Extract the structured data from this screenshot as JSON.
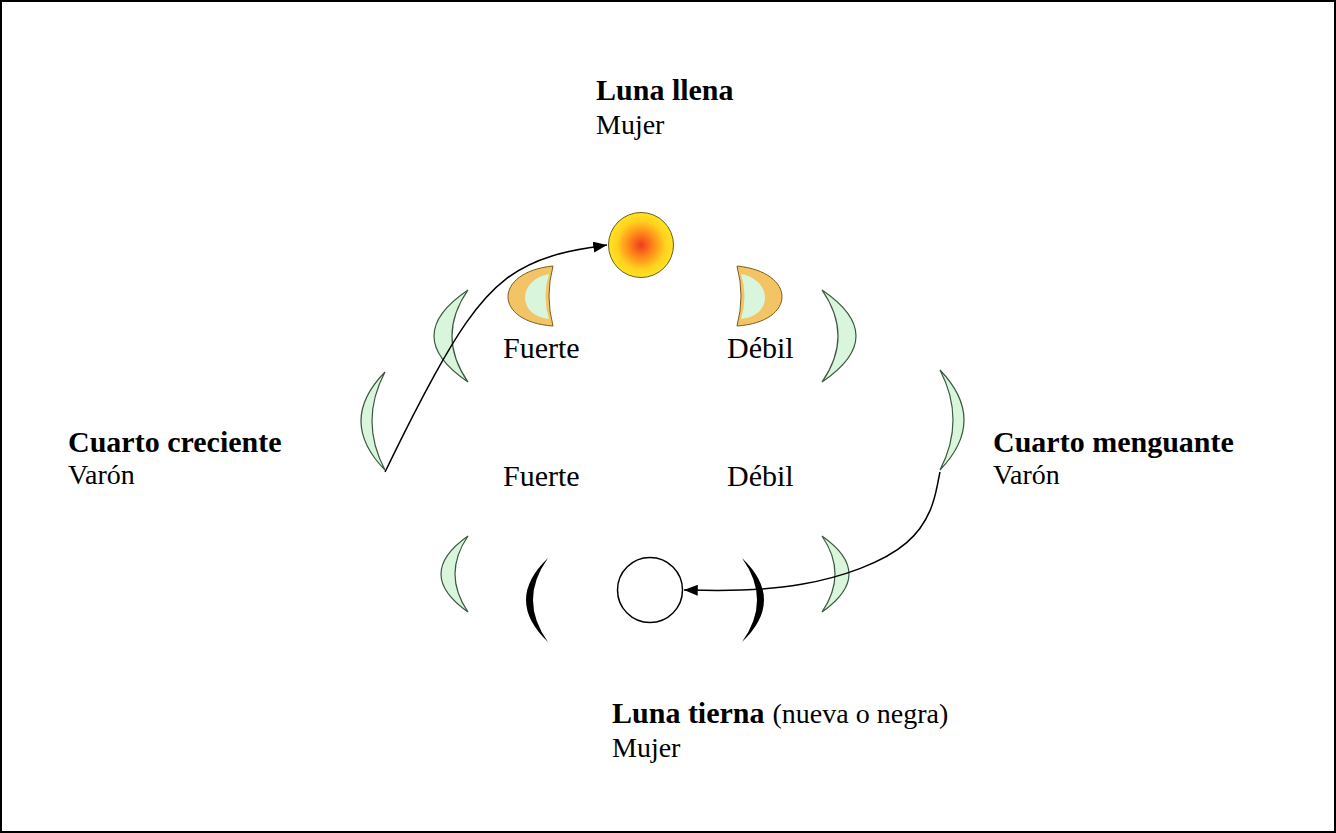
{
  "diagram": {
    "nodes": [
      {
        "text": [
          "Luna llena",
          "Mujer"
        ]
      },
      {
        "text": [
          "Cuarto creciente",
          "Varón"
        ]
      },
      {
        "text": [
          "Cuarto menguante",
          "Varón"
        ]
      },
      {
        "text": [
          "Luna tierna",
          "(nueva o negra)",
          "Mujer"
        ]
      }
    ],
    "edges": [
      {
        "from": 1,
        "to": 0,
        "arrow": "to"
      },
      {
        "from": 2,
        "to": 3,
        "arrow": "to"
      }
    ],
    "labels": [
      "Fuerte",
      "Débil",
      "Fuerte",
      "Débil"
    ]
  }
}
